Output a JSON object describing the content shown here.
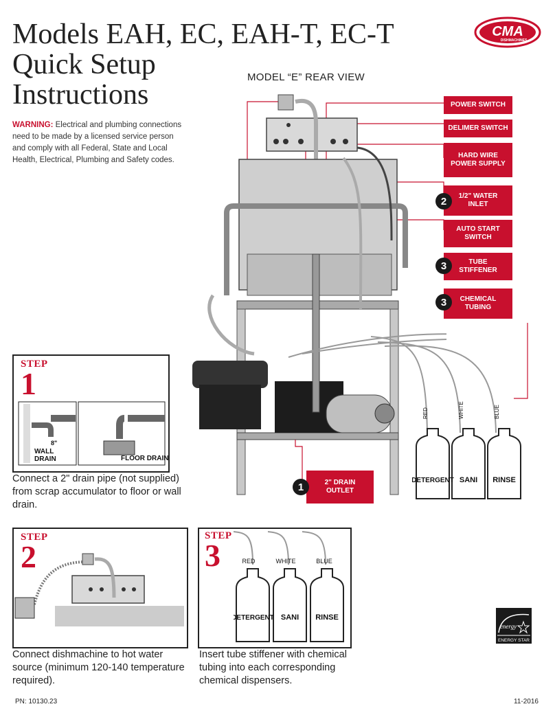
{
  "title": {
    "line1": "Models EAH, EC, EAH-T, EC-T",
    "line2": "Quick Setup",
    "line3": "Instructions"
  },
  "logo": {
    "brand": "CMA",
    "sub": "DISHMACHINES"
  },
  "rear_view_label": "MODEL “E” REAR VIEW",
  "warning": {
    "label": "WARNING:",
    "text": " Electrical and plumbing connections need to be made by a licensed service person and comply with all Federal, State and Local Health, Electrical, Plumbing and Safety codes."
  },
  "callouts": {
    "power_switch": "POWER SWITCH",
    "delimer_switch": "DELIMER SWITCH",
    "hard_wire": "HARD WIRE POWER SUPPLY",
    "water_inlet": "1/2\" WATER INLET",
    "auto_start": "AUTO START SWITCH",
    "tube_stiffener": "TUBE STIFFENER",
    "chemical_tubing": "CHEMICAL TUBING",
    "drain_outlet": "2\" DRAIN OUTLET"
  },
  "step_numbers": {
    "one": "1",
    "two": "2",
    "three": "3"
  },
  "bottles": {
    "detergent": "DETERGENT",
    "sani": "SANI",
    "rinse": "RINSE",
    "red": "RED",
    "white": "WHITE",
    "blue": "BLUE"
  },
  "step1": {
    "word": "STEP",
    "num": "1",
    "wall_label": "WALL DRAIN",
    "wall_dim": "8\"",
    "floor_label": "FLOOR DRAIN",
    "caption": "Connect a 2\" drain pipe (not supplied) from scrap accumulator to floor or wall drain."
  },
  "step2": {
    "word": "STEP",
    "num": "2",
    "caption": "Connect dishmachine to hot water source (minimum 120-140 temperature required)."
  },
  "step3": {
    "word": "STEP",
    "num": "3",
    "caption": "Insert tube stiffener with chemical tubing into each corresponding chemical dispensers."
  },
  "energy_star": {
    "script": "energy",
    "label": "ENERGY STAR"
  },
  "footer": {
    "pn": "PN: 10130.23",
    "date": "11-2016"
  },
  "colors": {
    "accent": "#c8102e",
    "dark": "#1a1a1a"
  }
}
